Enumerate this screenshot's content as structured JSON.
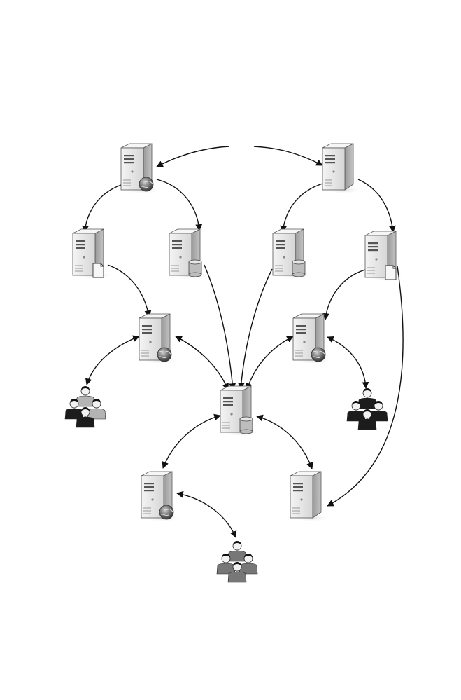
{
  "diagram": {
    "nodes": [
      {
        "id": "s1",
        "type": "server",
        "badge": "globe-icon"
      },
      {
        "id": "s2",
        "type": "server",
        "badge": "none"
      },
      {
        "id": "s3",
        "type": "server",
        "badge": "document-icon"
      },
      {
        "id": "s4",
        "type": "server",
        "badge": "database-icon"
      },
      {
        "id": "s5",
        "type": "server",
        "badge": "database-icon"
      },
      {
        "id": "s6",
        "type": "server",
        "badge": "document-icon"
      },
      {
        "id": "s7",
        "type": "server",
        "badge": "globe-icon"
      },
      {
        "id": "s8",
        "type": "server",
        "badge": "globe-icon"
      },
      {
        "id": "s9",
        "type": "server",
        "badge": "database-icon"
      },
      {
        "id": "s10",
        "type": "server",
        "badge": "globe-icon"
      },
      {
        "id": "s11",
        "type": "server",
        "badge": "none"
      },
      {
        "id": "u1",
        "type": "user-group",
        "tone": "dark-and-light"
      },
      {
        "id": "u2",
        "type": "user-group",
        "tone": "dark"
      },
      {
        "id": "u3",
        "type": "user-group",
        "tone": "mid-gray"
      }
    ],
    "edges": [
      {
        "from": "root",
        "to": "s1",
        "direction": "to"
      },
      {
        "from": "root",
        "to": "s2",
        "direction": "to"
      },
      {
        "from": "s1",
        "to": "s3",
        "direction": "to"
      },
      {
        "from": "s1",
        "to": "s4",
        "direction": "to"
      },
      {
        "from": "s2",
        "to": "s5",
        "direction": "to"
      },
      {
        "from": "s2",
        "to": "s6",
        "direction": "to"
      },
      {
        "from": "s3",
        "to": "s7",
        "direction": "to"
      },
      {
        "from": "s6",
        "to": "s8",
        "direction": "to"
      },
      {
        "from": "s4",
        "to": "s9",
        "direction": "to"
      },
      {
        "from": "s5",
        "to": "s9",
        "direction": "to"
      },
      {
        "from": "s7",
        "to": "u1",
        "direction": "both"
      },
      {
        "from": "s7",
        "to": "s9",
        "direction": "both"
      },
      {
        "from": "s8",
        "to": "s9",
        "direction": "both"
      },
      {
        "from": "s8",
        "to": "u2",
        "direction": "both"
      },
      {
        "from": "s9",
        "to": "s10",
        "direction": "both"
      },
      {
        "from": "s9",
        "to": "s11",
        "direction": "both"
      },
      {
        "from": "s10",
        "to": "u3",
        "direction": "both"
      },
      {
        "from": "s6",
        "to": "s11",
        "direction": "to"
      }
    ],
    "colors": {
      "edge": "#111111",
      "server_front": "#e9e9e9",
      "server_side": "#a9a9a9",
      "server_top": "#f6f6f6",
      "globe": "#6f6f6f",
      "database": "#bdbdbd",
      "user_dark": "#1c1c1c",
      "user_mid": "#777777",
      "user_light": "#b4b4b4"
    }
  }
}
